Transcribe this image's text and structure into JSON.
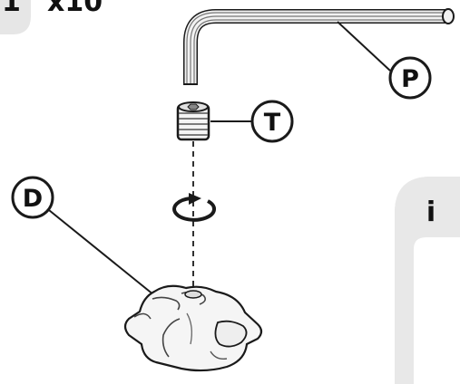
{
  "step": {
    "number": "1",
    "quantity": "x10"
  },
  "callouts": {
    "p": "P",
    "t": "T",
    "d": "D"
  },
  "info_panel": {
    "label": "i"
  },
  "icons": {
    "rotation": "clockwise-rotation-icon",
    "hex_key": "allen-key-icon",
    "grub_screw": "set-screw-icon"
  },
  "colors": {
    "badge_gray": "#e6e6e6",
    "panel_gray": "#e8e8e8",
    "line": "#1a1a1a"
  }
}
